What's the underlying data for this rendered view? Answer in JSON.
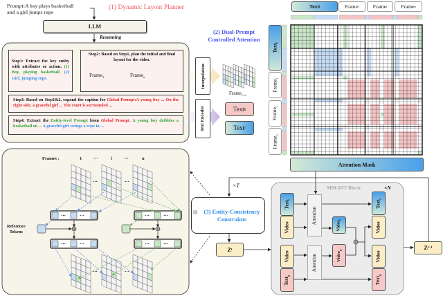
{
  "prompt": {
    "line1": "Prompt:A boy plays basketball",
    "line2": "and a girl jumps rope"
  },
  "section1_title": "(1) Dynamic Layout Planner",
  "section2_title_line1": "(2) Dual-Prompt",
  "section2_title_line2": "Controlled Attention",
  "section3_title_line1": "(3) Entity-Consistency",
  "section3_title_line2": "Constraints",
  "llm_label": "LLM",
  "reasoning_label": "Resonning",
  "step1": {
    "a": "Step1: Extract the key entity with attributes or action: ",
    "b": "(1) Boy, playing basketball.",
    "c": " (2) Girl, jumping rope."
  },
  "step2": {
    "text": "Step2: Based on Step1, plan the initial and final layout for the video.",
    "frame_first": "Frame",
    "frame_first_sub": "1",
    "frame_last": "Frame",
    "frame_last_sub": "n"
  },
  "step3": {
    "a": "Step3: Based on Step1&2, expand the caption for ",
    "b": "Global Prompt:A young boy ... On the right side, a graceful girl ... The court is surrounded ..."
  },
  "step4": {
    "a": "Step4: Extract the ",
    "b": "Entity-level Prompt",
    "c": " from ",
    "d": "Global Prompt.",
    "e": " A young boy dribbles a basketball on ...",
    "f": " A graceful girl swings a rope in ..."
  },
  "interpolation_label": "Interpolation",
  "text_encoder_label": "Text Encoder",
  "frames_range": {
    "label": "Frame",
    "sub": "1−n"
  },
  "text_global": {
    "label": "Text",
    "sub": "g"
  },
  "text_local": {
    "label": "Text",
    "sub": "l"
  },
  "attention_header": [
    {
      "label": "Text",
      "sub": "l"
    },
    {
      "label": "Frame",
      "sub": "1"
    },
    {
      "label": "Frame",
      "sub": "i"
    },
    {
      "label": "Frame",
      "sub": "n"
    }
  ],
  "attention_mask_label": "Attention Mask",
  "bottom_left": {
    "frames_label": "Frames :",
    "frame_indices": [
      "1",
      "···",
      "i",
      "···",
      "n"
    ],
    "reference_tokens_label_line1": "Reference",
    "reference_tokens_label_line2": "Tokens",
    "ellipsis": "···"
  },
  "loop_label": "×T",
  "zt": {
    "label": "Z",
    "sub": "t"
  },
  "zt_minus_1": {
    "label": "Z",
    "sub": "t−1"
  },
  "mmdit": {
    "title": "MM-DiT Block",
    "repeat": "×N",
    "attention_label": "Attention",
    "video_label": "Video",
    "video_local": {
      "label": "Video",
      "sub": "l"
    },
    "video_global": {
      "label": "Video",
      "sub": "g"
    }
  },
  "colors": {
    "red": "#e0262a",
    "green": "#2fa12f",
    "blue": "#2f8ee8",
    "section2_blue": "#4a55f0",
    "cell_green": "#c9e6c6",
    "cell_blue": "#c6dcf5",
    "cell_red": "#f4c4c4",
    "panel_bg": "#f7f4ea",
    "yellow": "#fbeec7",
    "pink": "#f6c9c9"
  }
}
